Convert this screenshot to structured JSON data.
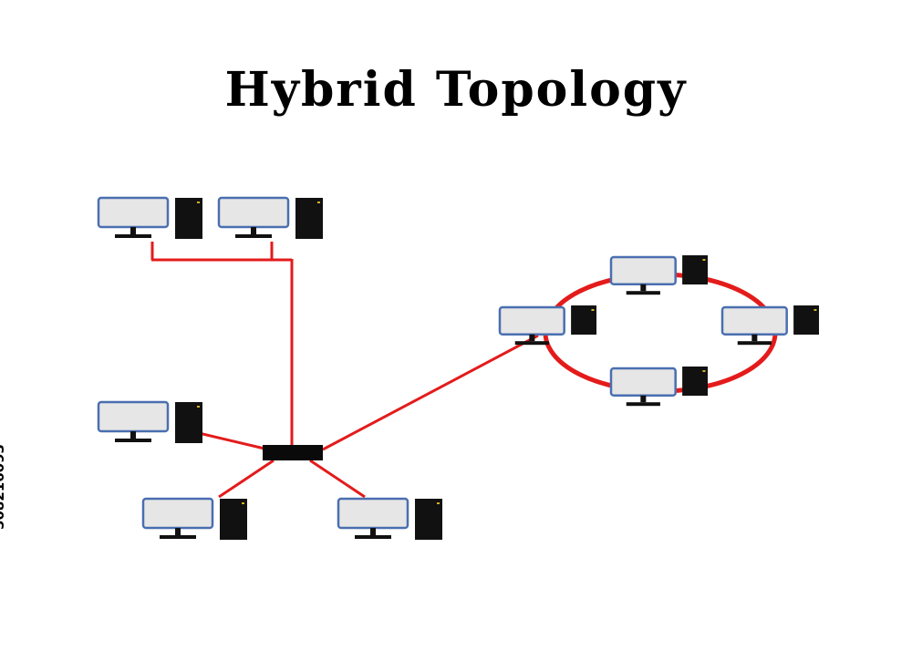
{
  "title": "Hybrid Topology",
  "image_id": "508216093",
  "colors": {
    "link": "#e41b1b",
    "monitor_bezel": "#4a6fb0",
    "monitor_screen": "#e6e6e6",
    "tower": "#111111",
    "hub": "#0a0a0a"
  },
  "nodes": {
    "bus_group": [
      "computer",
      "computer"
    ],
    "star_group": [
      "computer",
      "computer",
      "computer"
    ],
    "ring_group": [
      "computer",
      "computer",
      "computer",
      "computer"
    ],
    "central_device": "hub"
  }
}
